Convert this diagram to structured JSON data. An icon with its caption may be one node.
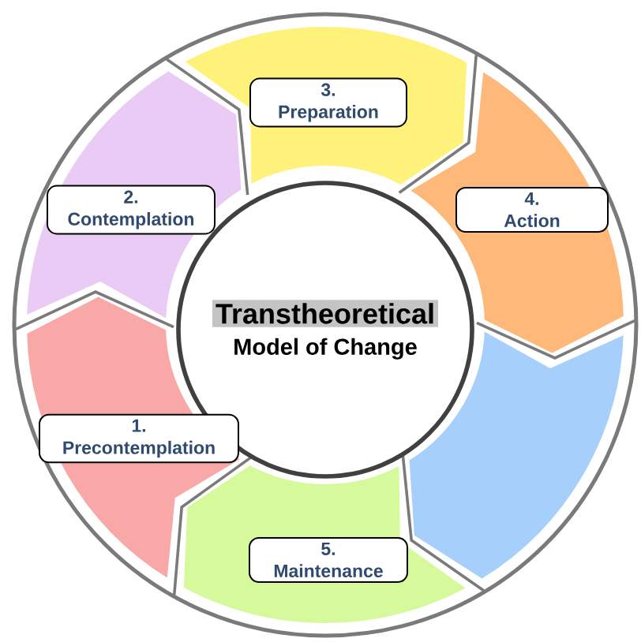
{
  "diagram": {
    "nodes": [
      {
        "text": [
          "Transtheoretical",
          "Model of Change"
        ]
      },
      {
        "text": [
          "1. Precontemplation"
        ]
      },
      {
        "text": [
          "2. Contemplation"
        ]
      },
      {
        "text": [
          "3. Preparation"
        ]
      },
      {
        "text": [
          "4. Action"
        ]
      },
      {
        "text": [
          "5. Maintenance"
        ]
      }
    ]
  }
}
